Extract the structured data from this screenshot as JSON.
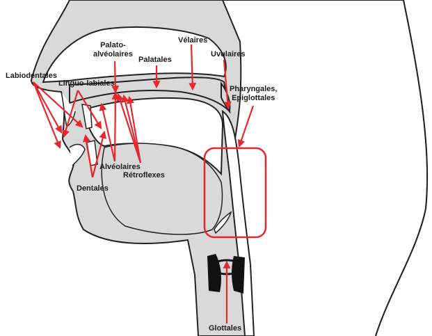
{
  "labels": {
    "labiodentales": "Labiodentales",
    "linguo_labiales": "Linguo-labiales",
    "palato_line1": "Palato-",
    "palato_line2": "alvéolaires",
    "palatales": "Palatales",
    "velaires": "Vélaires",
    "uvulaires": "Uvulaires",
    "pharyngales_line1": "Pharyngales,",
    "pharyngales_line2": "Epiglottales",
    "alveolaires": "Alvéolaires",
    "retroflexes": "Rétroflexes",
    "dentales": "Dentales",
    "glottales": "Glottales"
  },
  "colors": {
    "arrow": "#e8262b",
    "outline": "#222222",
    "fill": "#d9d9d9"
  }
}
